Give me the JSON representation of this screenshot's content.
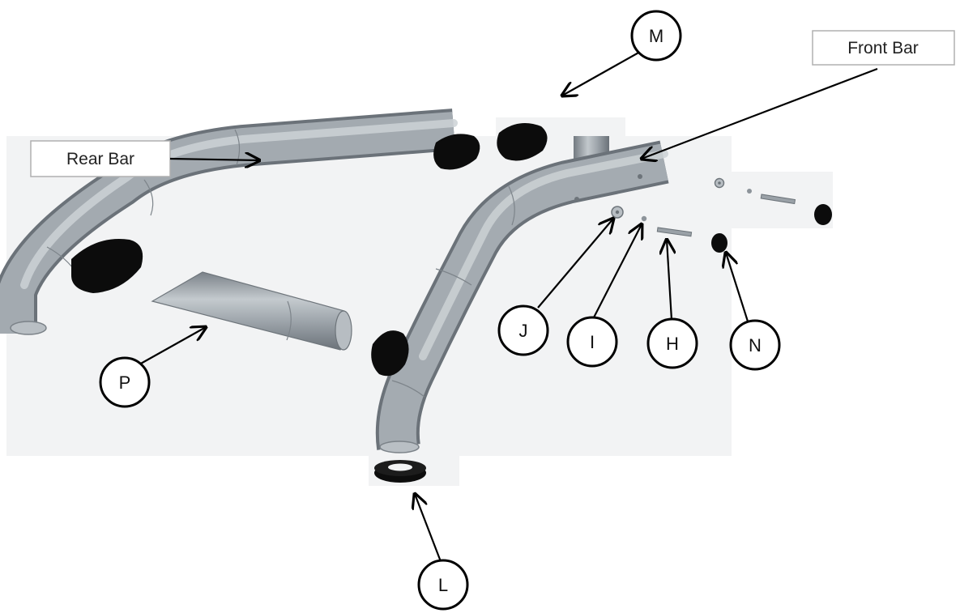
{
  "labels": {
    "front_bar": "Front Bar",
    "rear_bar": "Rear Bar"
  },
  "callouts": {
    "M": "M",
    "J": "J",
    "I": "I",
    "H": "H",
    "N": "N",
    "P": "P",
    "L": "L"
  },
  "colors": {
    "tube": "#9ca4ab",
    "tube_highlight": "#c7cdd2",
    "tube_shadow": "#6f767d",
    "rubber": "#0d0d0d",
    "backdrop": "#f3f4f5"
  }
}
